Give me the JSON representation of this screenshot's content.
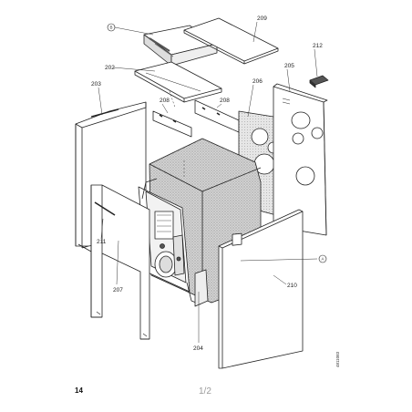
{
  "callouts": {
    "B": "B",
    "A": "A",
    "p202": "202",
    "p203": "203",
    "p204": "204",
    "p205": "205",
    "p206": "206",
    "p207": "207",
    "p208a": "208",
    "p208b": "208",
    "p209": "209",
    "p210": "210",
    "p211": "211",
    "p212": "212"
  },
  "drawing_code": "4811083",
  "page": {
    "number": "14",
    "indicator": "1/2"
  },
  "colors": {
    "line": "#222222",
    "insulation": "#c9c9c9",
    "panel": "#ffffff",
    "dark": "#555555"
  }
}
